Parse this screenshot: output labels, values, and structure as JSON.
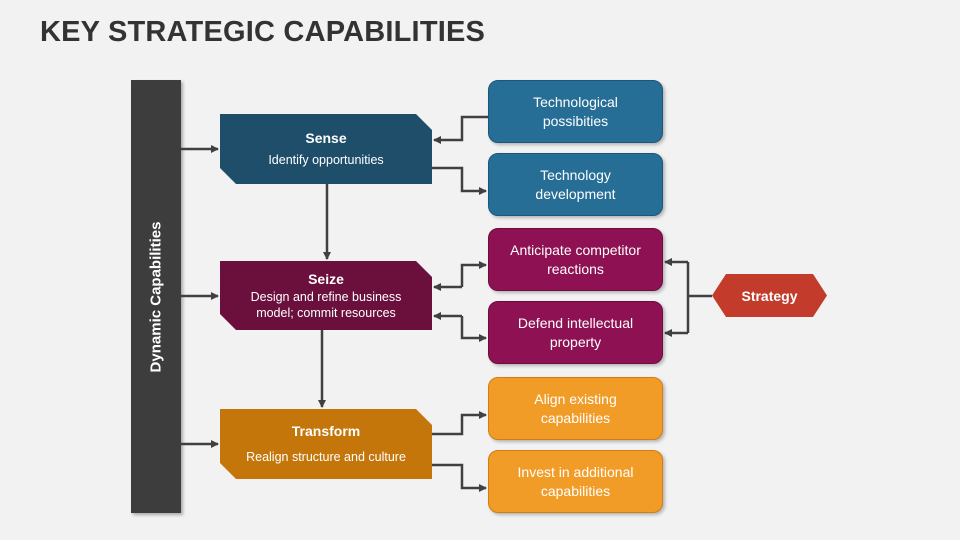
{
  "title": "KEY STRATEGIC CAPABILITIES",
  "sidebar_label": "Dynamic Capabilities",
  "stages": [
    {
      "name": "Sense",
      "desc": "Identify opportunities",
      "color": "#1f4e6b"
    },
    {
      "name": "Seize",
      "desc": "Design and refine business model; commit resources",
      "color": "#6b0f3c"
    },
    {
      "name": "Transform",
      "desc": "Realign structure and culture",
      "color": "#c4760b"
    }
  ],
  "outcomes": [
    {
      "label": "Technological possibities",
      "color": "#266e96"
    },
    {
      "label": "Technology development",
      "color": "#266e96"
    },
    {
      "label": "Anticipate competitor reactions",
      "color": "#8e1253"
    },
    {
      "label": "Defend intellectual property",
      "color": "#8e1253"
    },
    {
      "label": "Align existing capabilities",
      "color": "#f29c28"
    },
    {
      "label": "Invest in additional capabilities",
      "color": "#f29c28"
    }
  ],
  "strategy": {
    "label": "Strategy",
    "color": "#c23b2b"
  }
}
